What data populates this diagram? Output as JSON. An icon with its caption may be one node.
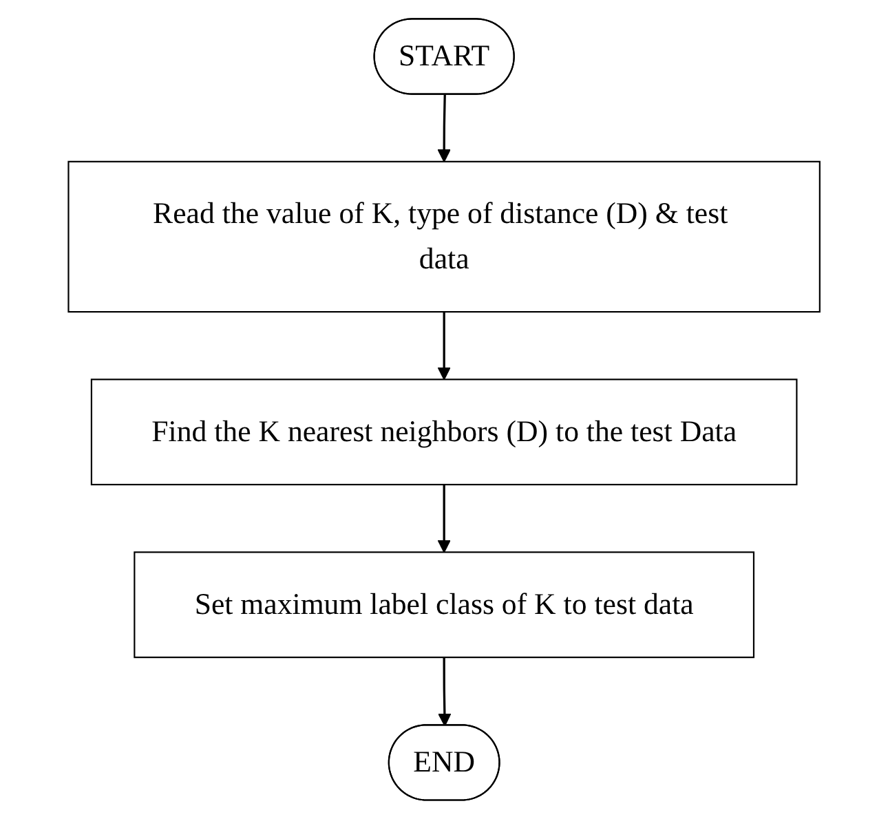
{
  "diagram": {
    "nodes": [
      {
        "text": [
          "START"
        ]
      },
      {
        "text": [
          "Read the value of K, type of distance (D) & test data"
        ]
      },
      {
        "text": [
          "Find the K nearest neighbors (D) to the test Data"
        ]
      },
      {
        "text": [
          "Set maximum label class of K to test data"
        ]
      },
      {
        "text": [
          "END"
        ]
      }
    ],
    "edges": [
      {
        "from": 0,
        "to": 1,
        "arrow": "to"
      },
      {
        "from": 1,
        "to": 2,
        "arrow": "to"
      },
      {
        "from": 2,
        "to": 3,
        "arrow": "to"
      },
      {
        "from": 3,
        "to": 4,
        "arrow": "to"
      }
    ]
  }
}
